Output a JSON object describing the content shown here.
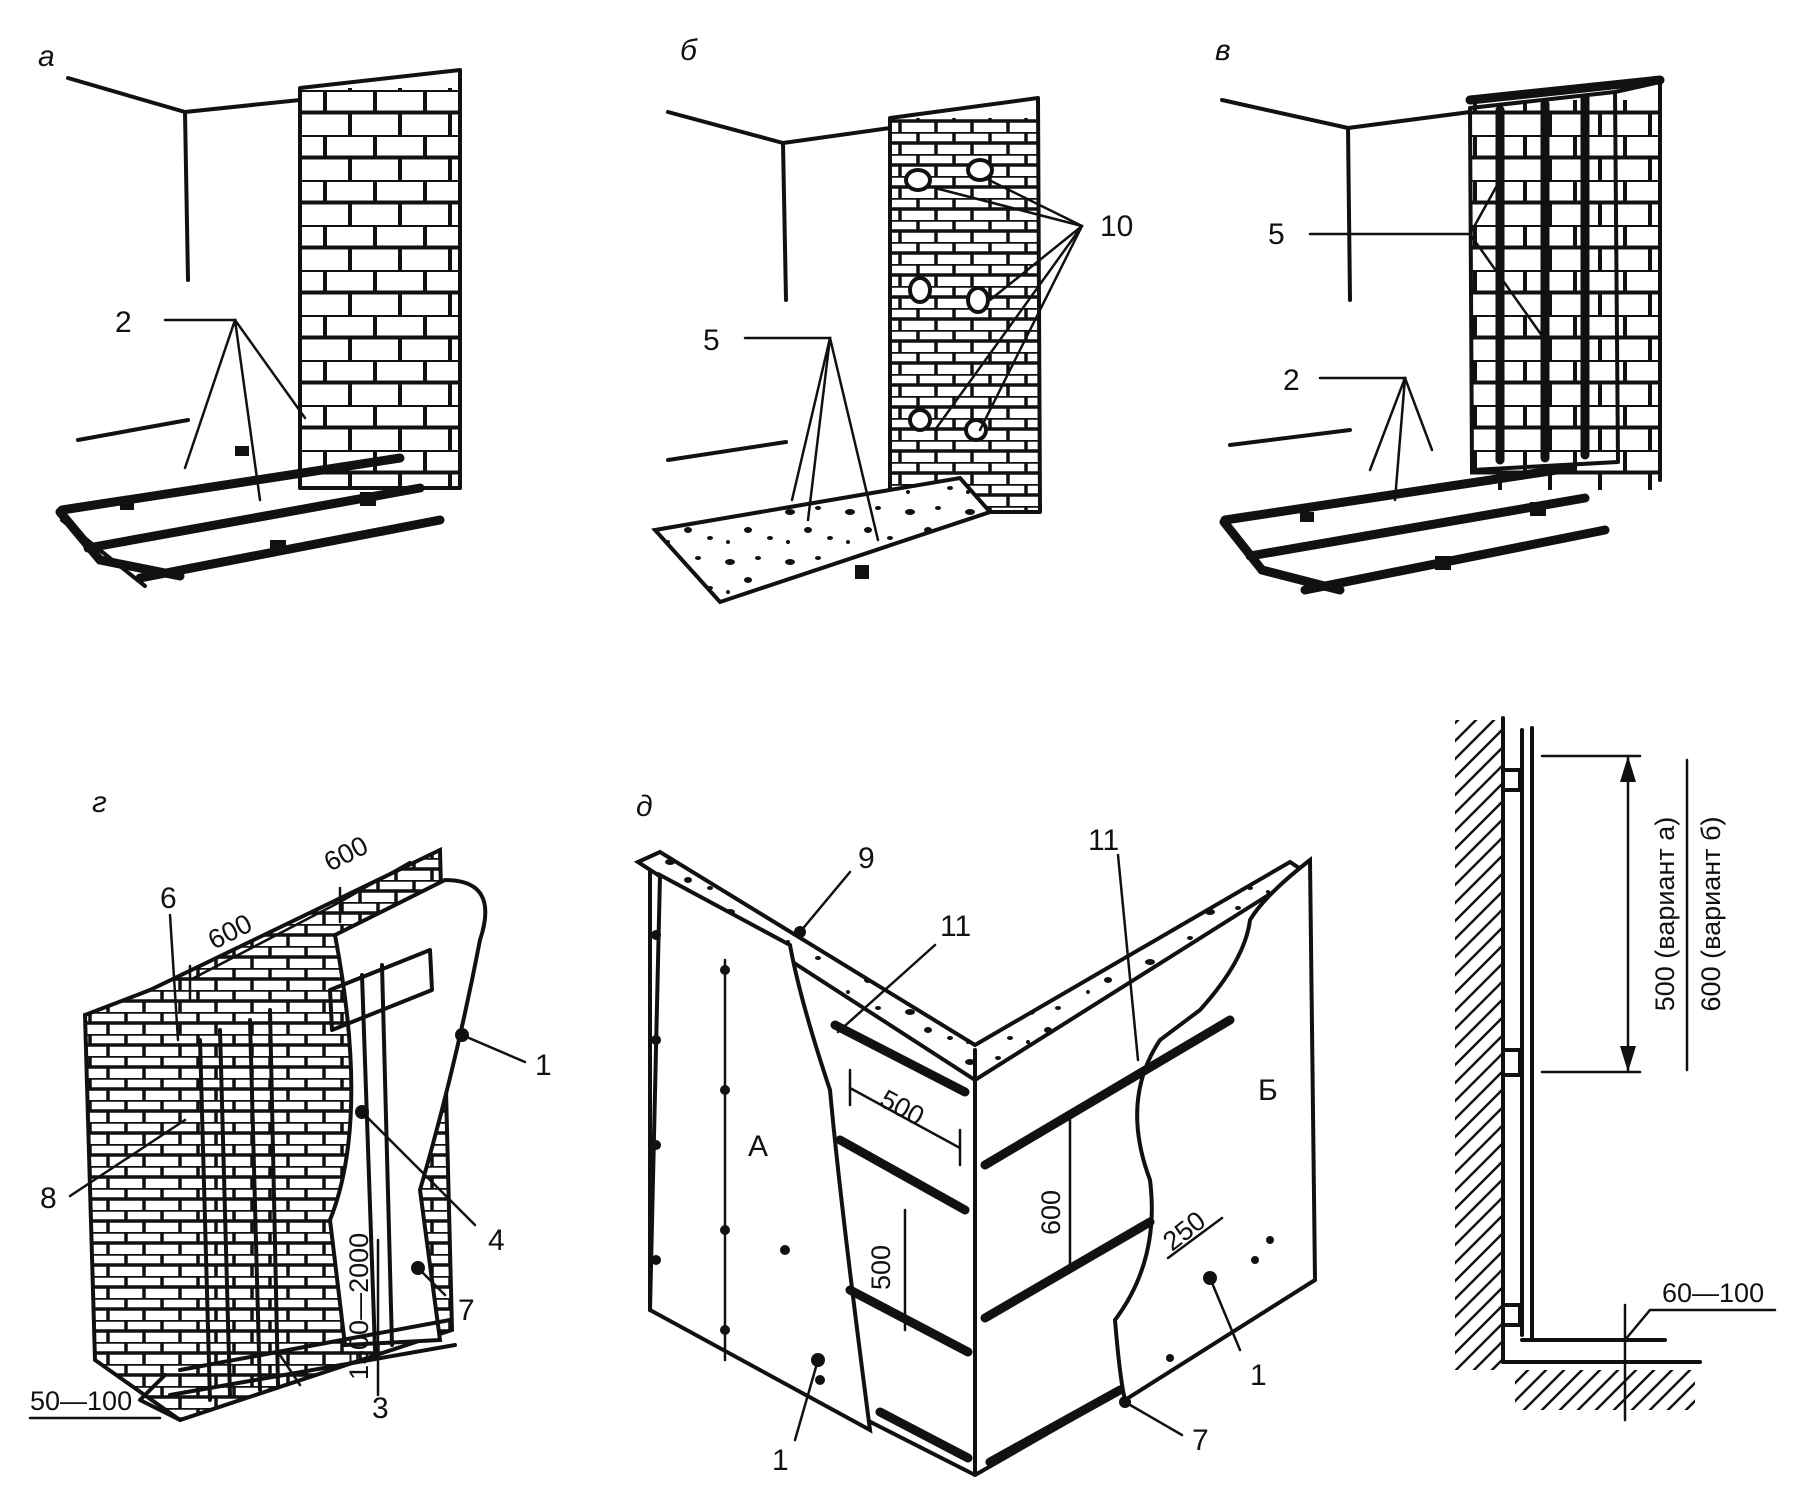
{
  "panels": {
    "a": {
      "letter": "а",
      "callouts": [
        "2"
      ]
    },
    "b": {
      "letter": "б",
      "callouts": [
        "5",
        "10"
      ]
    },
    "v": {
      "letter": "в",
      "callouts": [
        "5",
        "2"
      ]
    },
    "g": {
      "letter": "г",
      "callouts": [
        "6",
        "8",
        "1",
        "4",
        "7",
        "3"
      ],
      "dims": [
        "600",
        "600",
        "1500—2000",
        "50—100"
      ]
    },
    "d": {
      "letter": "д",
      "callouts": [
        "9",
        "11",
        "11",
        "1",
        "1",
        "7"
      ],
      "zones": [
        "А",
        "Б"
      ],
      "dims": [
        "500",
        "500",
        "600",
        "250"
      ]
    },
    "section": {
      "dims": [
        "500 (вариант а)",
        "600 (вариант б)",
        "60—100"
      ]
    }
  }
}
